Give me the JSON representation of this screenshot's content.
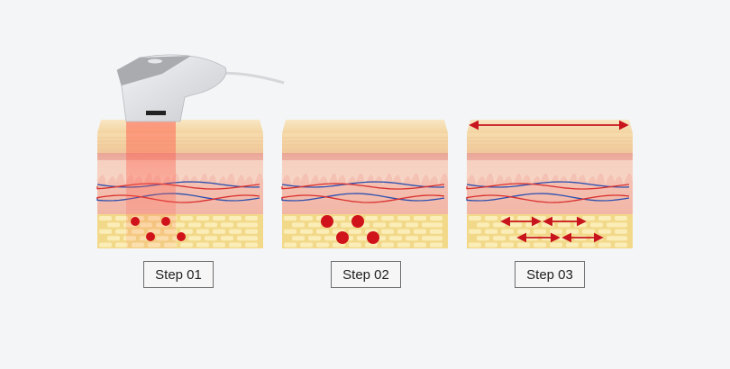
{
  "steps": [
    {
      "label": "Step 01",
      "effect": "heating"
    },
    {
      "label": "Step 02",
      "effect": "expanding"
    },
    {
      "label": "Step 03",
      "effect": "tightening"
    }
  ],
  "colors": {
    "background": "#f4f5f7",
    "marker_red": "#d0121b",
    "vein_blue": "#2c4fb0",
    "artery_red": "#d9302e",
    "fat_yellow": "#f2d98a",
    "dermis_pink": "#f0b4a6",
    "epidermis_tan": "#f6d9a8"
  }
}
